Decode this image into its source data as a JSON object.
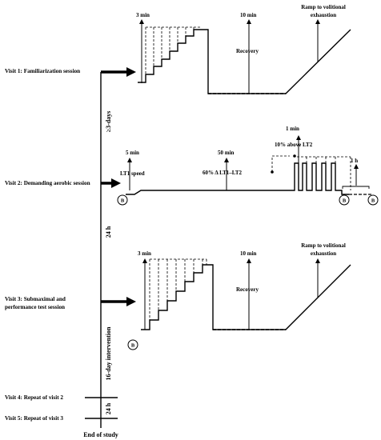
{
  "visits": [
    {
      "label": "Visit 1: Familiarization session"
    },
    {
      "label": "Visit 2: Demanding aerobic session"
    },
    {
      "label_line1": "Visit   3:   Submaximal   and",
      "label_line2": "performance test session"
    },
    {
      "label": "Visit 4: Repeat of visit 2"
    },
    {
      "label": "Visit 5: Repeat of visit 3"
    }
  ],
  "timeline": {
    "gap1": "≥3-days",
    "gap2": "24 h",
    "gap3": "16-day intervention",
    "gap4": "24 h",
    "end_label": "End of study"
  },
  "visit1_protocol": {
    "step_label": "3 min",
    "recovery_time": "10 min",
    "recovery_label": "Recovery",
    "ramp_label_line1": "Ramp to volitional",
    "ramp_label_line2": "exhaustion"
  },
  "visit2_protocol": {
    "warmup_time": "5 min",
    "warmup_label": "LT1 speed",
    "steady_time": "50 min",
    "steady_label": "60% Δ LT1–LT2",
    "interval_time": "1 min",
    "interval_label": "10% above LT2",
    "post_time": "1 h",
    "blood_marker": "B"
  },
  "visit3_protocol": {
    "step_label": "3 min",
    "recovery_time": "10 min",
    "recovery_label": "Recovery",
    "ramp_label_line1": "Ramp to volitional",
    "ramp_label_line2": "exhaustion",
    "blood_marker": "B"
  }
}
